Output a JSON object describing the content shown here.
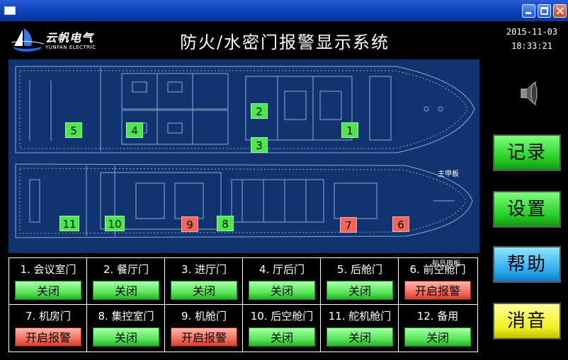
{
  "app": {
    "logo_text": "云帆电气",
    "logo_sub": "YUNFAN ELECTRIC",
    "title": "防火/水密门报警显示系统",
    "date": "2015-11-03",
    "time": "18:33:21"
  },
  "colors": {
    "ok": "#4ee64e",
    "alarm": "#f5655a",
    "map_bg": "#0f3470",
    "window_blue": "#0a3fb8"
  },
  "map": {
    "main_deck_label": "主甲板",
    "crew_deck_label": "船员甲板",
    "markers": [
      {
        "label": "5",
        "state": "ok"
      },
      {
        "label": "4",
        "state": "ok"
      },
      {
        "label": "2",
        "state": "ok"
      },
      {
        "label": "3",
        "state": "ok"
      },
      {
        "label": "1",
        "state": "ok"
      },
      {
        "label": "11",
        "state": "ok"
      },
      {
        "label": "10",
        "state": "ok"
      },
      {
        "label": "9",
        "state": "alarm"
      },
      {
        "label": "8",
        "state": "ok"
      },
      {
        "label": "7",
        "state": "alarm"
      },
      {
        "label": "6",
        "state": "alarm"
      }
    ]
  },
  "buttons": {
    "record": "记录",
    "settings": "设置",
    "help": "帮助",
    "mute": "消音"
  },
  "speaker_icon": "speaker-icon",
  "doors": [
    {
      "label": "1. 会议室门",
      "status": "关闭",
      "state": "ok"
    },
    {
      "label": "2. 餐厅门",
      "status": "关闭",
      "state": "ok"
    },
    {
      "label": "3. 进厅门",
      "status": "关闭",
      "state": "ok"
    },
    {
      "label": "4. 厅后门",
      "status": "关闭",
      "state": "ok"
    },
    {
      "label": "5. 后舱门",
      "status": "关闭",
      "state": "ok"
    },
    {
      "label": "6. 前空舱门",
      "status": "开启报警",
      "state": "alarm"
    },
    {
      "label": "7. 机房门",
      "status": "开启报警",
      "state": "alarm"
    },
    {
      "label": "8. 集控室门",
      "status": "关闭",
      "state": "ok"
    },
    {
      "label": "9. 机舱门",
      "status": "开启报警",
      "state": "alarm"
    },
    {
      "label": "10. 后空舱门",
      "status": "关闭",
      "state": "ok"
    },
    {
      "label": "11. 舵机舱门",
      "status": "关闭",
      "state": "ok"
    },
    {
      "label": "12. 备用",
      "status": "关闭",
      "state": "ok"
    }
  ]
}
